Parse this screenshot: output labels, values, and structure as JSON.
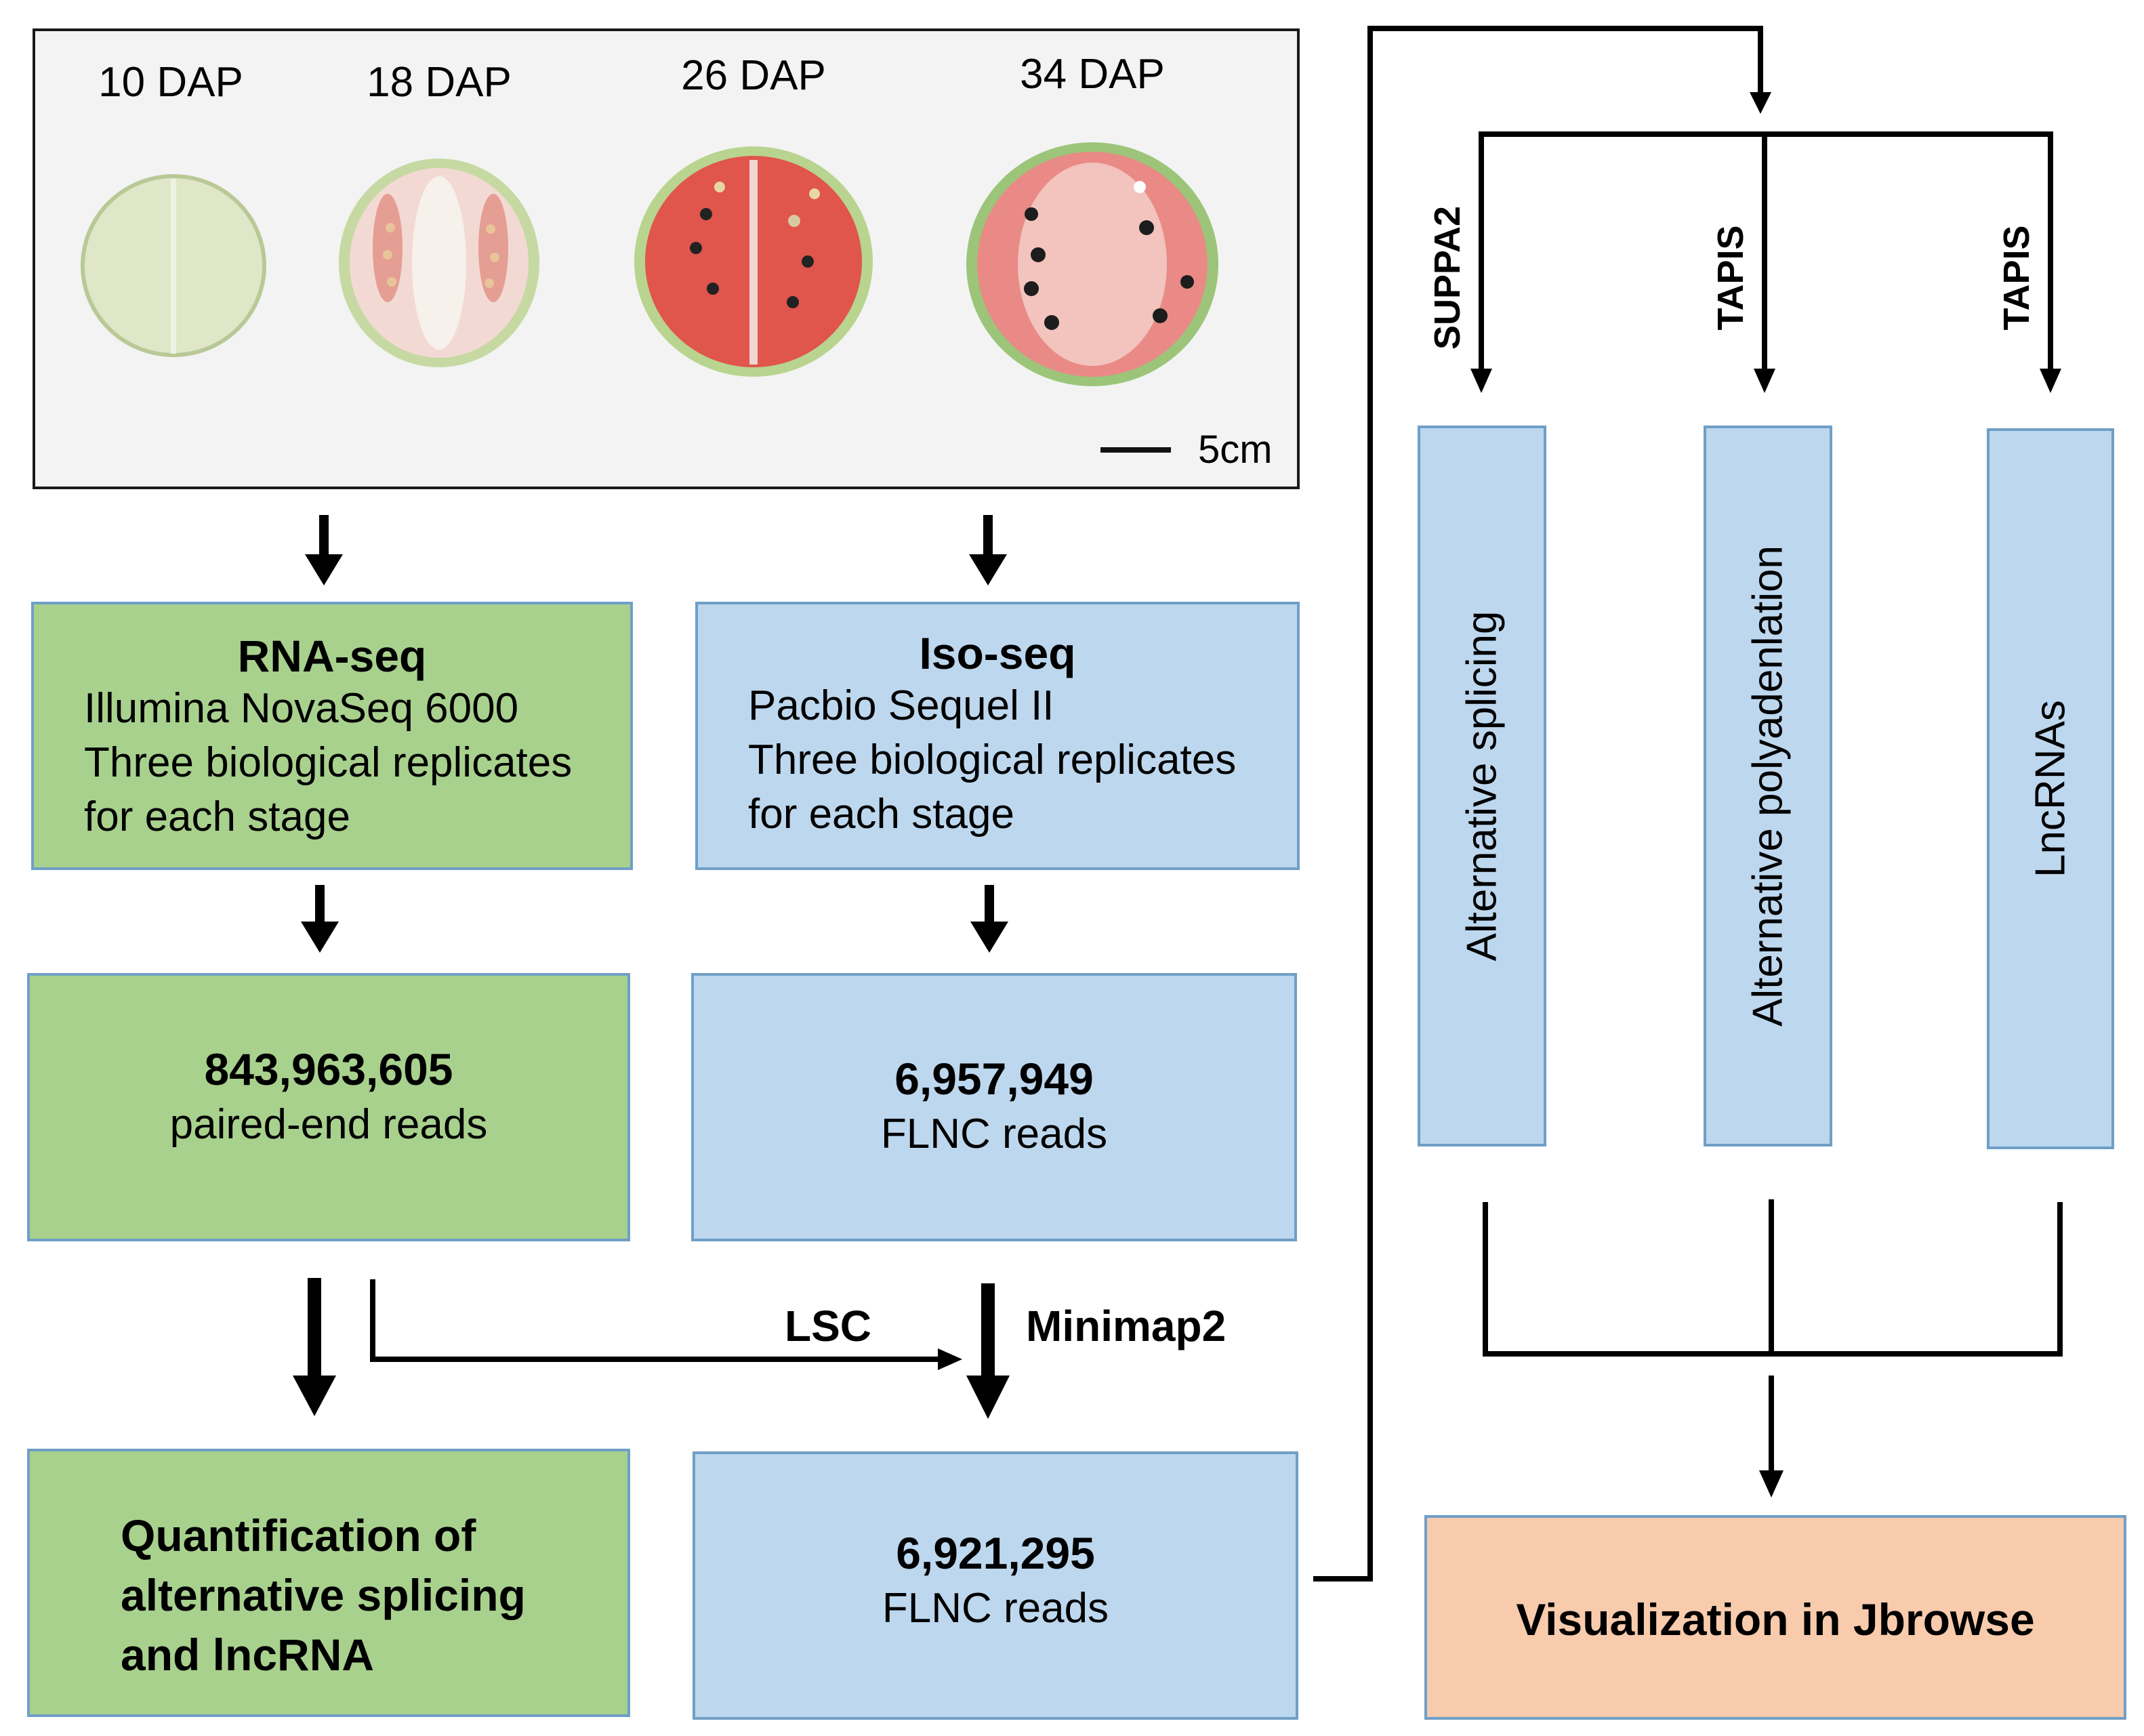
{
  "photos": {
    "stages": [
      {
        "label": "10 DAP"
      },
      {
        "label": "18 DAP"
      },
      {
        "label": "26 DAP"
      },
      {
        "label": "34 DAP"
      }
    ],
    "scale_label": "5cm"
  },
  "rna_seq": {
    "title": "RNA-seq",
    "lines": [
      "Illumina NovaSeq 6000",
      "Three biological replicates",
      "for each stage"
    ]
  },
  "iso_seq": {
    "title": "Iso-seq",
    "lines": [
      "Pacbio Sequel II",
      "Three biological replicates",
      "for each stage"
    ]
  },
  "rna_reads": {
    "count": "843,963,605",
    "unit": "paired-end reads"
  },
  "iso_reads": {
    "count": "6,957,949",
    "unit": "FLNC reads"
  },
  "quant": {
    "lines": [
      "Quantification of",
      "alternative splicing",
      "and lncRNA"
    ]
  },
  "corrected_reads": {
    "count": "6,921,295",
    "unit": "FLNC reads"
  },
  "edges": {
    "lsc": "LSC",
    "minimap2": "Minimap2",
    "suppa2": "SUPPA2",
    "tapis1": "TAPIS",
    "tapis2": "TAPIS"
  },
  "analyses": {
    "splicing": "Alternative splicing",
    "polyadenylation": "Alternative polyadenlation",
    "lncrnas": "LncRNAs"
  },
  "visualization": "Visualization in Jbrowse",
  "colors": {
    "green": "#a9d18e",
    "blue": "#bdd7ee",
    "orange": "#f8cbad"
  }
}
